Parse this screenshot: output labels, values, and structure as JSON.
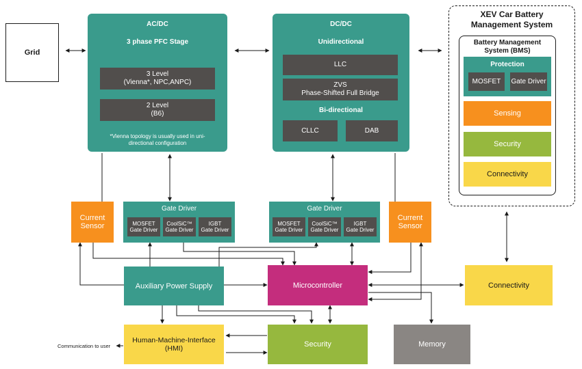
{
  "grid": {
    "label": "Grid"
  },
  "acdc": {
    "title": "AC/DC",
    "subtitle": "3 phase PFC Stage",
    "level3": "3 Level\n(Vienna*, NPC,ANPC)",
    "level2": "2 Level\n(B6)",
    "note": "*Vienna topology is usually used in uni-\ndirectional configuration"
  },
  "dcdc": {
    "title": "DC/DC",
    "unidirectional": "Unidirectional",
    "llc": "LLC",
    "zvs": "ZVS\nPhase-Shifted Full Bridge",
    "bidirectional": "Bi-directional",
    "cllc": "CLLC",
    "dab": "DAB"
  },
  "xev": {
    "title": "XEV Car Battery\nManagement System",
    "bms_title": "Battery Management\nSystem (BMS)",
    "protection": "Protection",
    "mosfet": "MOSFET",
    "gate_driver": "Gate Driver",
    "sensing": "Sensing",
    "security": "Security",
    "connectivity": "Connectivity"
  },
  "left_current_sensor": "Current\nSensor",
  "right_current_sensor": "Current\nSensor",
  "gate_driver_left": {
    "title": "Gate Driver",
    "mosfet": "MOSFET\nGate Driver",
    "coolsic": "CoolSiC™\nGate Driver",
    "igbt": "IGBT\nGate Driver"
  },
  "gate_driver_right": {
    "title": "Gate Driver",
    "mosfet": "MOSFET\nGate Driver",
    "coolsic": "CoolSiC™\nGate Driver",
    "igbt": "IGBT\nGate Driver"
  },
  "aux_power": "Auxiliary Power Supply",
  "microcontroller": "Microcontroller",
  "connectivity": "Connectivity",
  "hmi": "Human-Machine-Interface\n(HMI)",
  "security": "Security",
  "memory": "Memory",
  "communication_label": "Communication to user",
  "colors": {
    "teal": "#3a9b8c",
    "dark": "#514e4c",
    "orange": "#f7901e",
    "green": "#96b83e",
    "yellow": "#f9d749",
    "magenta": "#c42d7d",
    "grey": "#8a8683"
  }
}
